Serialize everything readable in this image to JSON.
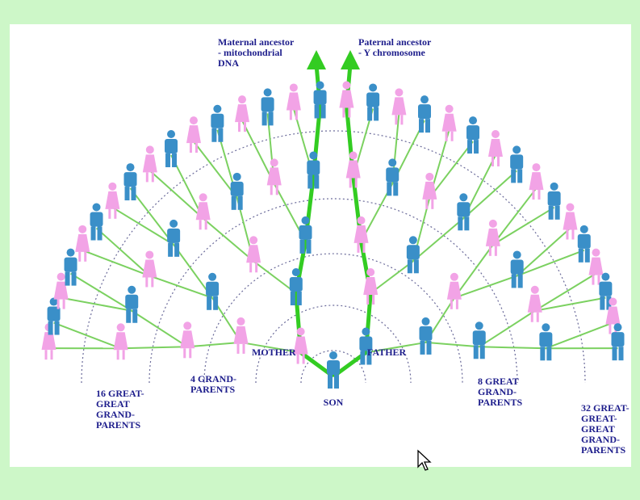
{
  "labels": {
    "maternal": "Maternal ancestor\n- mitochondrial\nDNA",
    "paternal": "Paternal ancestor\n- Y chromosome",
    "mother": "MOTHER",
    "father": "FATHER",
    "son": "SON",
    "grandparents": "4 GRAND-\nPARENTS",
    "great_grandparents": "8 GREAT\nGRAND-\nPARENTS",
    "great_great": "16 GREAT-\nGREAT\nGRAND-\nPARENTS",
    "great_great_great": "32 GREAT-\nGREAT-\nGREAT\nGRAND-\nPARENTS"
  },
  "colors": {
    "male": "#3a8fc8",
    "female": "#f2a3e6",
    "line": "#7bd160",
    "highlight": "#33cc22",
    "ring": "#6b6b9a",
    "text": "#1e1e8c"
  },
  "icons": {
    "male": "person-male-icon",
    "female": "person-female-icon",
    "cursor": "mouse-cursor-icon"
  }
}
